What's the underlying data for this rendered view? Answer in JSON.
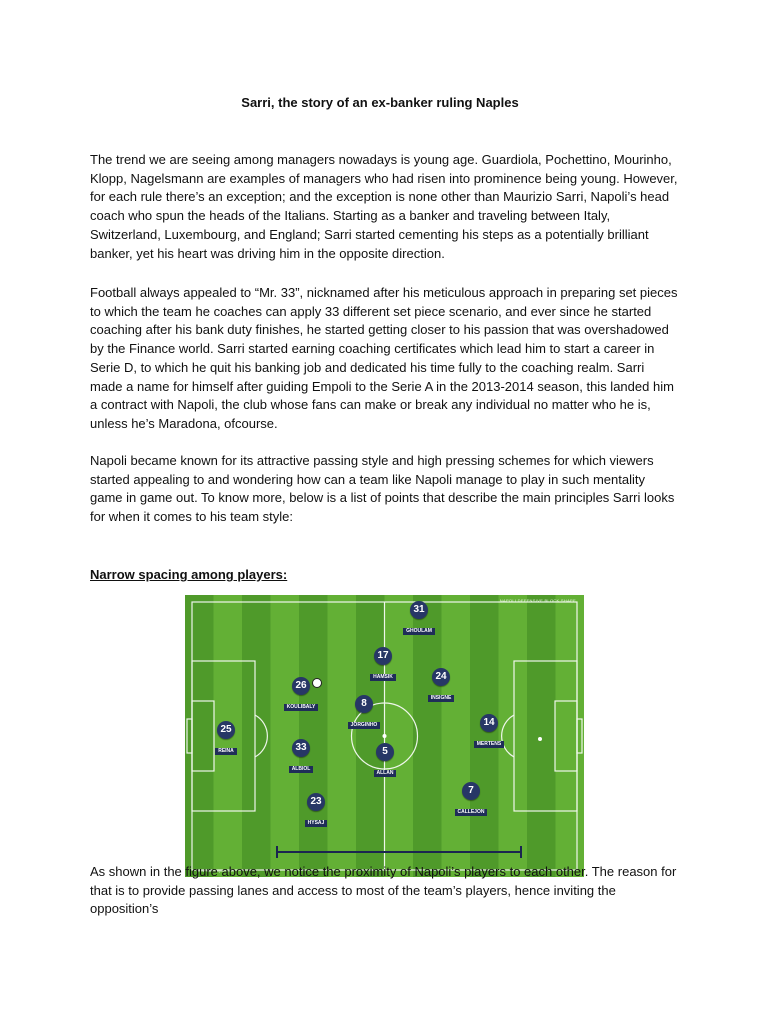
{
  "document": {
    "title": "Sarri, the story of an ex-banker ruling Naples",
    "paragraphs": [
      "The trend we are seeing among managers nowadays is young age. Guardiola, Pochettino, Mourinho, Klopp, Nagelsmann are examples of managers who had risen into prominence being young. However, for each rule there’s an exception; and the exception is none other than Maurizio Sarri, Napoli’s head coach who spun the heads of the Italians. Starting as a banker and traveling between Italy, Switzerland, Luxembourg, and England; Sarri started cementing his steps as a potentially brilliant banker, yet his heart was driving him in the opposite direction.",
      "Football always appealed to “Mr. 33”, nicknamed after his meticulous approach in preparing set pieces to which the team he coaches can apply 33 different set piece scenario, and ever since he started coaching after his bank duty finishes, he started getting closer to his passion that was overshadowed by the Finance world. Sarri started earning coaching certificates which lead him to start a career in Serie D, to which he quit his banking job and dedicated his time fully to the coaching realm. Sarri made a name for himself after guiding Empoli to the Serie A in the 2013-2014 season, this landed him a contract with Napoli, the club whose fans can make or break any individual no matter who he is, unless he’s Maradona, ofcourse.",
      "Napoli became known for its attractive passing style and high pressing schemes for which viewers started appealing to and wondering how can a team like Napoli manage to play in such mentality game in game out. To know more, below is a list of points that describe the main principles Sarri looks for when it comes to his team style:",
      "As shown in the figure above, we notice the proximity of Napoli’s players to each other. The reason for that is to provide passing lanes and access to most of the team’s players, hence inviting the opposition’s"
    ],
    "section_heading": "Narrow spacing among players:"
  },
  "figure": {
    "pitch_title": "NAPOLI DEFENSIVE BLOCK SHAPE",
    "credit": "www.tacticalpad.com",
    "colors": {
      "grass_dark": "#4f9a2a",
      "grass_light": "#63b035",
      "player": "#273766",
      "lines": "#ffffff",
      "span_bar": "#1a2550"
    },
    "players": [
      {
        "number": "31",
        "name": "GHOULAM"
      },
      {
        "number": "17",
        "name": "HAMSIK"
      },
      {
        "number": "24",
        "name": "INSIGNE"
      },
      {
        "number": "26",
        "name": "KOULIBALY"
      },
      {
        "number": "8",
        "name": "JORGINHO"
      },
      {
        "number": "25",
        "name": "REINA"
      },
      {
        "number": "14",
        "name": "MERTENS"
      },
      {
        "number": "33",
        "name": "ALBIOL"
      },
      {
        "number": "5",
        "name": "ALLAN"
      },
      {
        "number": "7",
        "name": "CALLEJON"
      },
      {
        "number": "23",
        "name": "HYSAJ"
      }
    ]
  }
}
